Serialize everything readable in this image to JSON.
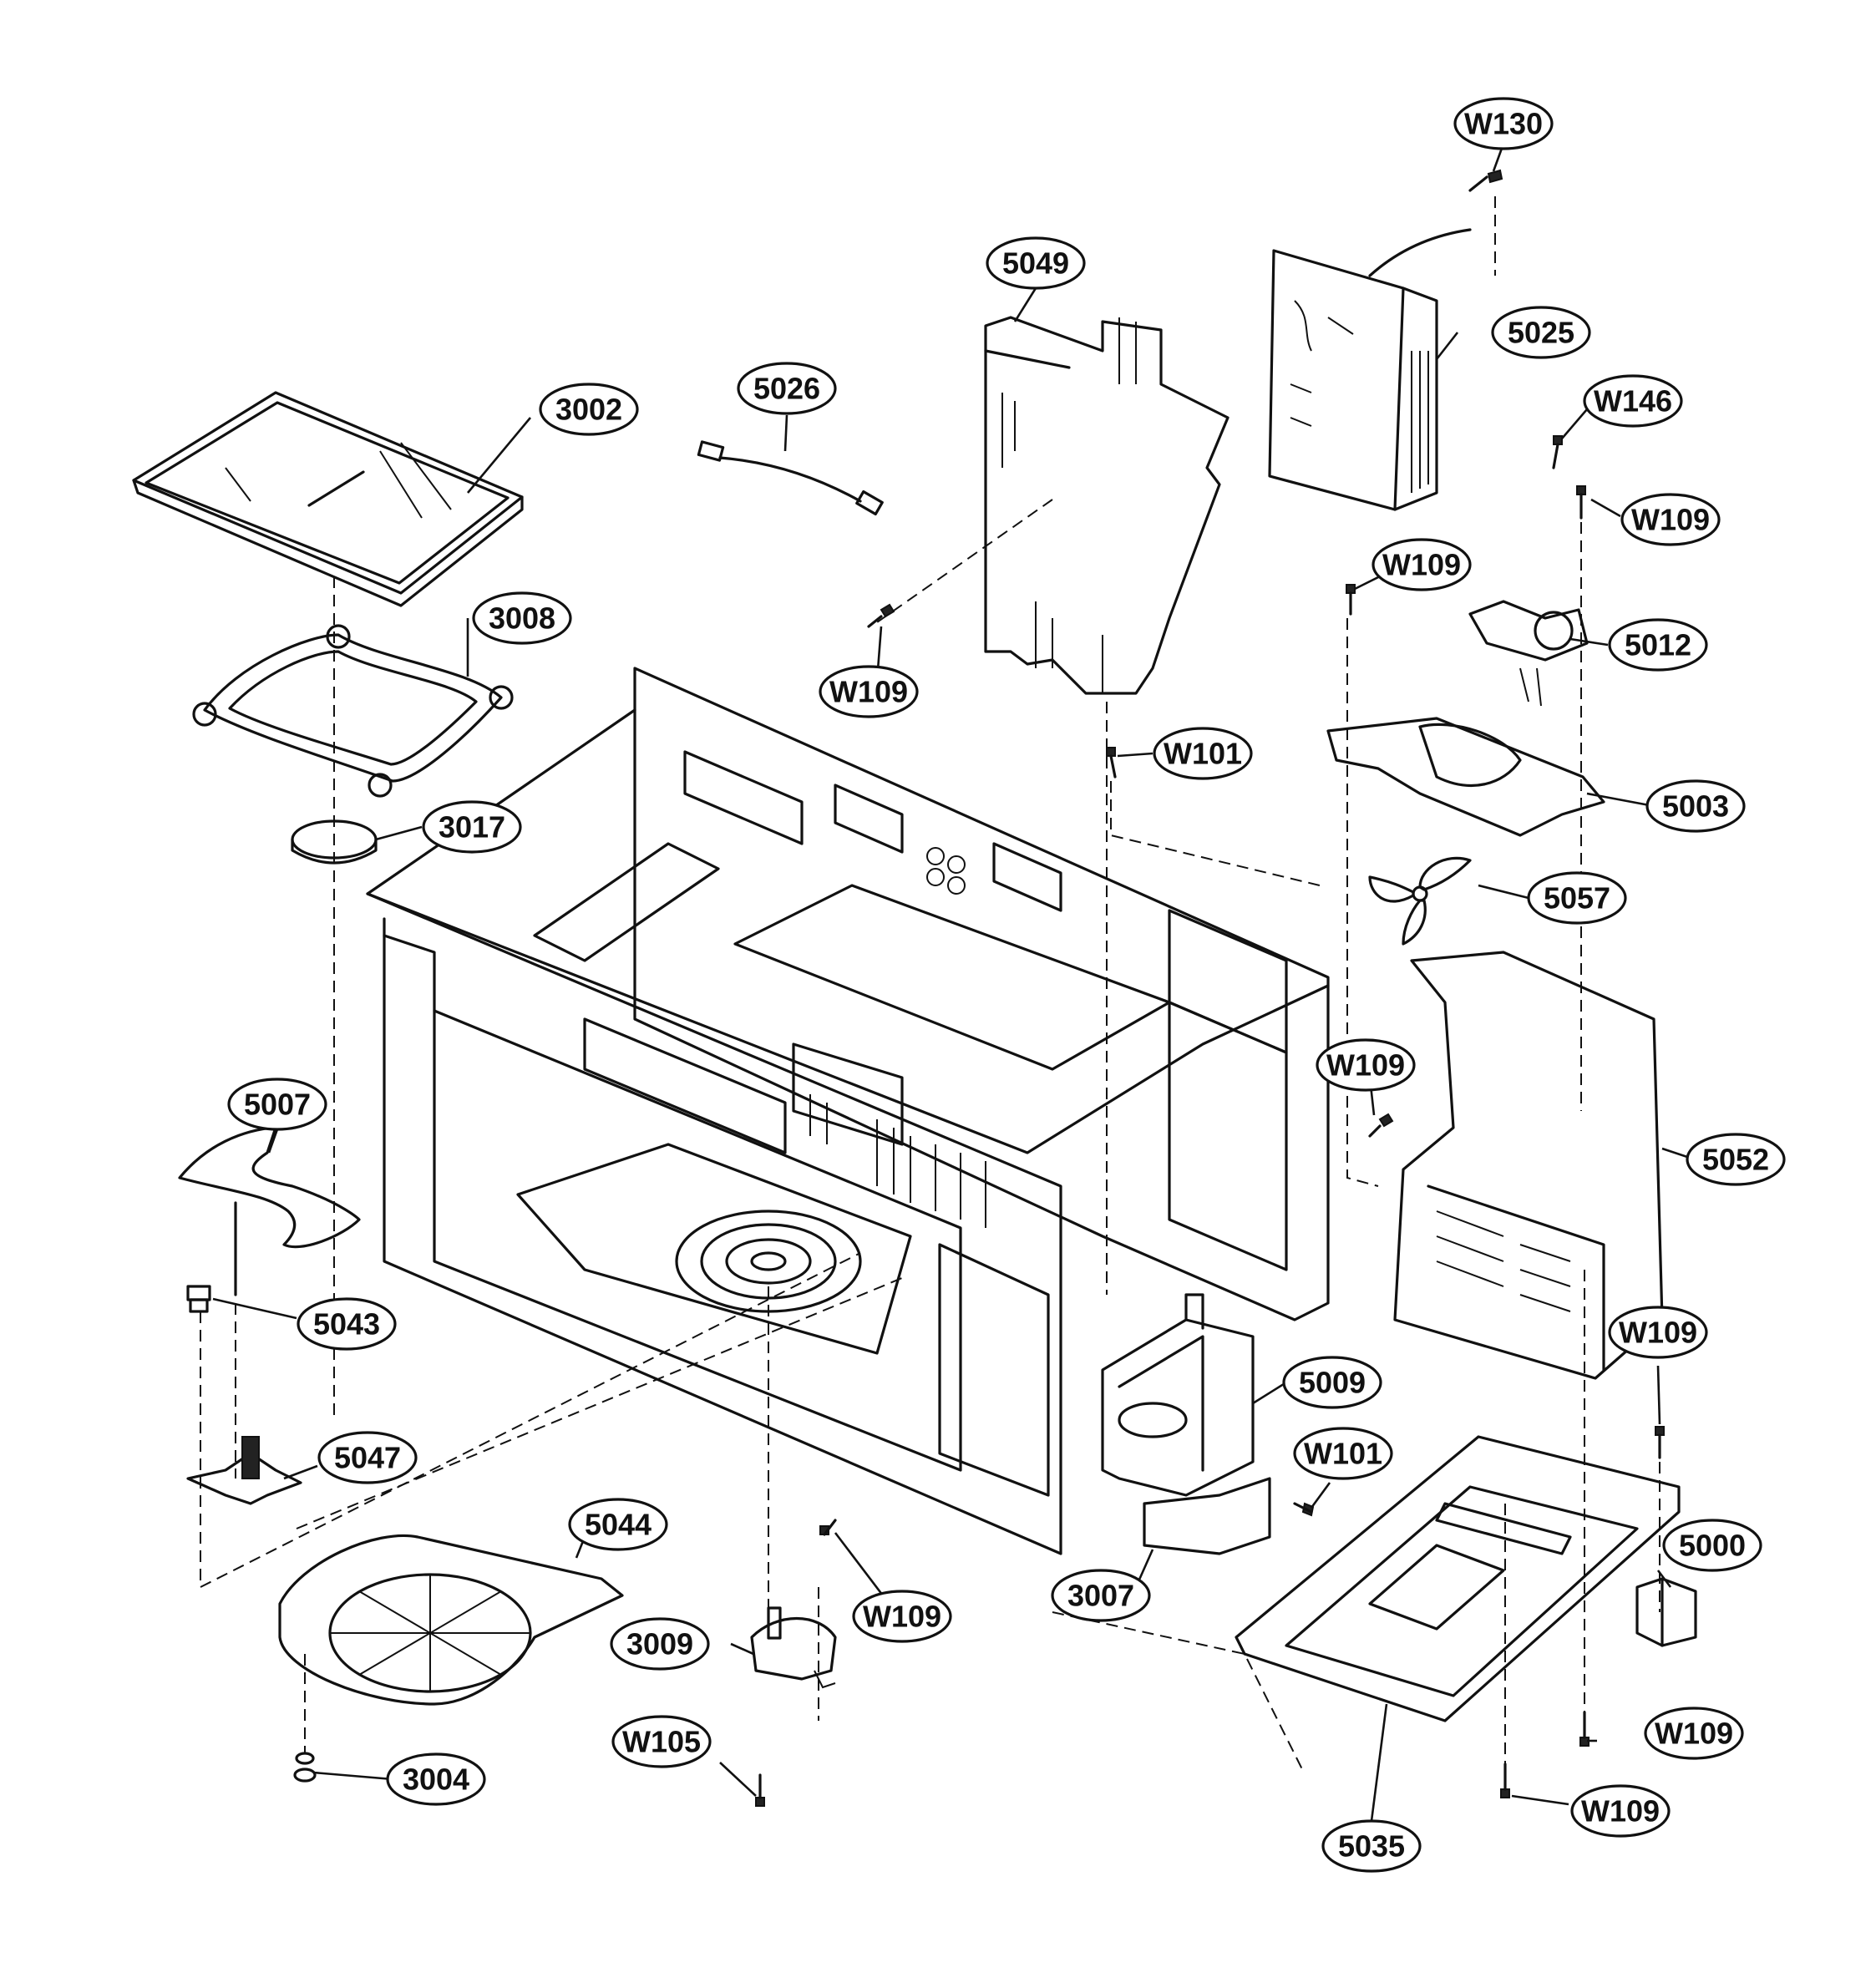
{
  "callouts": [
    {
      "id": "c-w130",
      "label": "W130"
    },
    {
      "id": "c-5049",
      "label": "5049"
    },
    {
      "id": "c-5025",
      "label": "5025"
    },
    {
      "id": "c-5026",
      "label": "5026"
    },
    {
      "id": "c-3002",
      "label": "3002"
    },
    {
      "id": "c-w146",
      "label": "W146"
    },
    {
      "id": "c-w109-a",
      "label": "W109"
    },
    {
      "id": "c-w109-b",
      "label": "W109"
    },
    {
      "id": "c-3008",
      "label": "3008"
    },
    {
      "id": "c-5012",
      "label": "5012"
    },
    {
      "id": "c-w109-c",
      "label": "W109"
    },
    {
      "id": "c-w101-a",
      "label": "W101"
    },
    {
      "id": "c-5003",
      "label": "5003"
    },
    {
      "id": "c-3017",
      "label": "3017"
    },
    {
      "id": "c-5057",
      "label": "5057"
    },
    {
      "id": "c-w109-d",
      "label": "W109"
    },
    {
      "id": "c-5007",
      "label": "5007"
    },
    {
      "id": "c-5052",
      "label": "5052"
    },
    {
      "id": "c-5043",
      "label": "5043"
    },
    {
      "id": "c-w109-e",
      "label": "W109"
    },
    {
      "id": "c-5009",
      "label": "5009"
    },
    {
      "id": "c-5047",
      "label": "5047"
    },
    {
      "id": "c-w101-b",
      "label": "W101"
    },
    {
      "id": "c-5044",
      "label": "5044"
    },
    {
      "id": "c-5000",
      "label": "5000"
    },
    {
      "id": "c-3007",
      "label": "3007"
    },
    {
      "id": "c-w109-f",
      "label": "W109"
    },
    {
      "id": "c-3009",
      "label": "3009"
    },
    {
      "id": "c-w105",
      "label": "W105"
    },
    {
      "id": "c-w109-g",
      "label": "W109"
    },
    {
      "id": "c-3004",
      "label": "3004"
    },
    {
      "id": "c-5035",
      "label": "5035"
    },
    {
      "id": "c-w109-h",
      "label": "W109"
    }
  ]
}
